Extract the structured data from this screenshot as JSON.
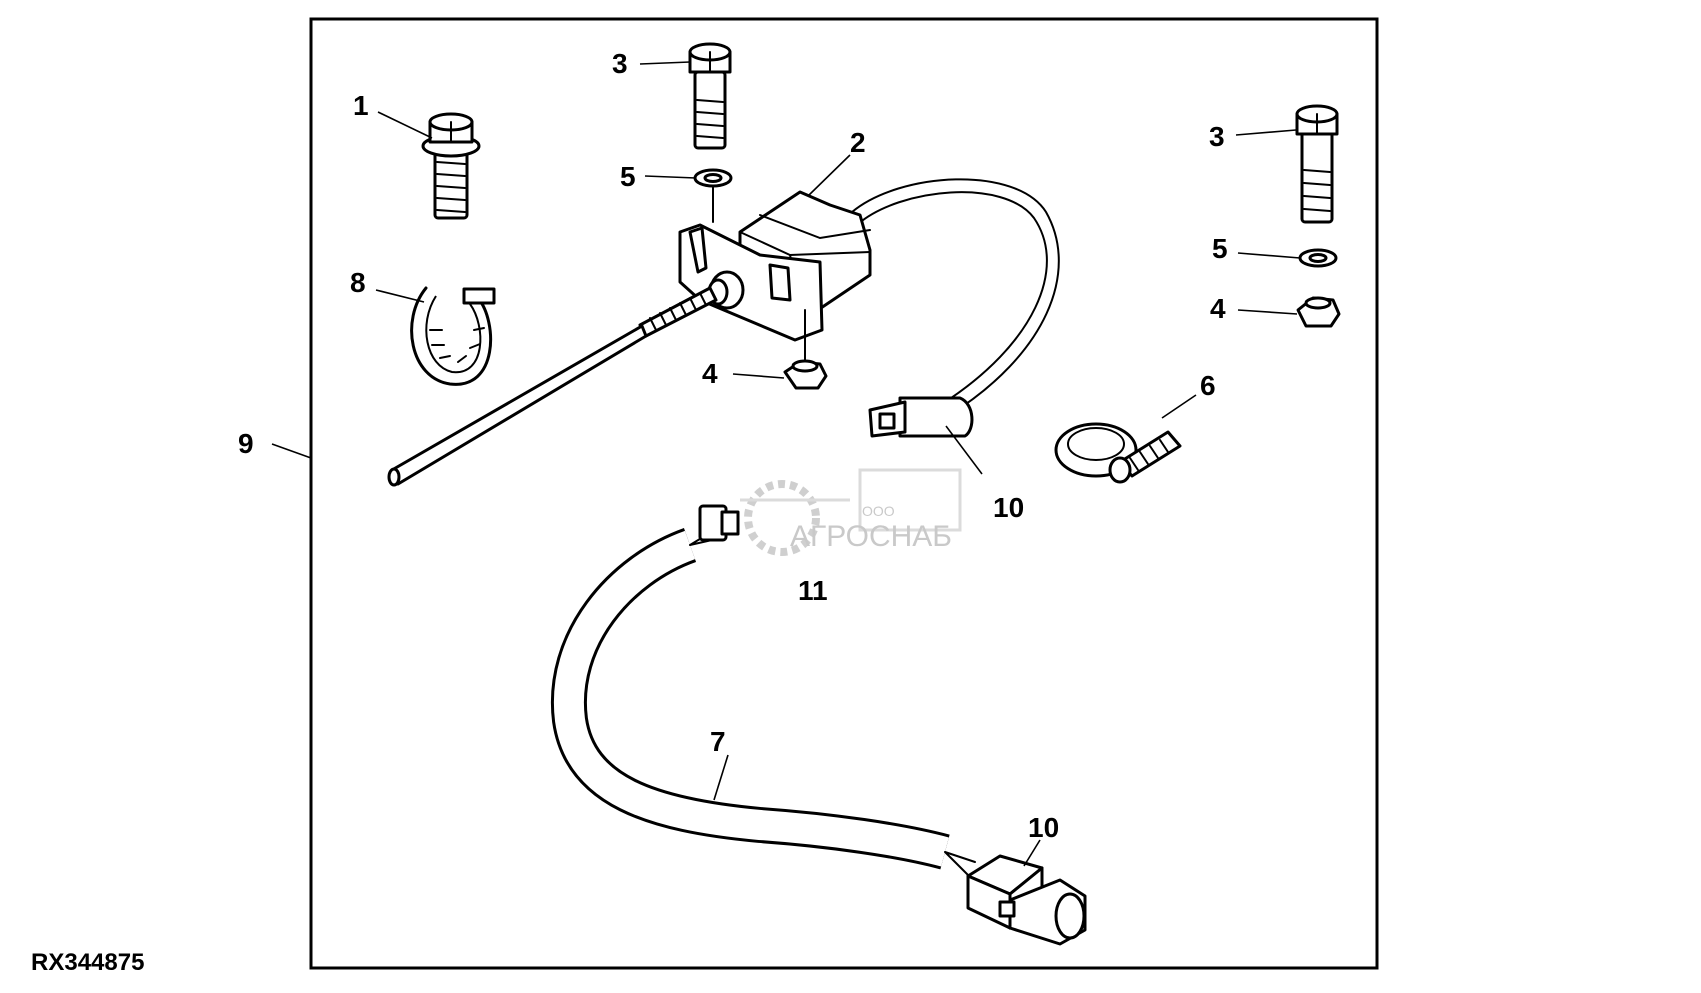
{
  "figure_id": "RX344875",
  "watermark": {
    "company_prefix": "ООО",
    "company_name": "АГРОСНАБ"
  },
  "callouts": {
    "c1": "1",
    "c2": "2",
    "c3a": "3",
    "c3b": "3",
    "c4a": "4",
    "c4b": "4",
    "c5a": "5",
    "c5b": "5",
    "c6": "6",
    "c7": "7",
    "c8": "8",
    "c9": "9",
    "c10a": "10",
    "c10b": "10",
    "c11": "11"
  },
  "parts": [
    {
      "number": "1",
      "icon": "flange-bolt-icon"
    },
    {
      "number": "2",
      "icon": "sensor-bracket-icon"
    },
    {
      "number": "3",
      "icon": "hex-bolt-icon"
    },
    {
      "number": "4",
      "icon": "hex-nut-icon"
    },
    {
      "number": "5",
      "icon": "lock-washer-icon"
    },
    {
      "number": "6",
      "icon": "hose-clamp-icon"
    },
    {
      "number": "7",
      "icon": "harness-icon"
    },
    {
      "number": "8",
      "icon": "cable-tie-icon"
    },
    {
      "number": "9",
      "icon": "kit-outline-icon"
    },
    {
      "number": "10",
      "icon": "connector-icon"
    },
    {
      "number": "11",
      "icon": "connector-icon"
    }
  ],
  "colors": {
    "line": "#000000",
    "background": "#ffffff",
    "watermark": "#b8b8b8"
  }
}
